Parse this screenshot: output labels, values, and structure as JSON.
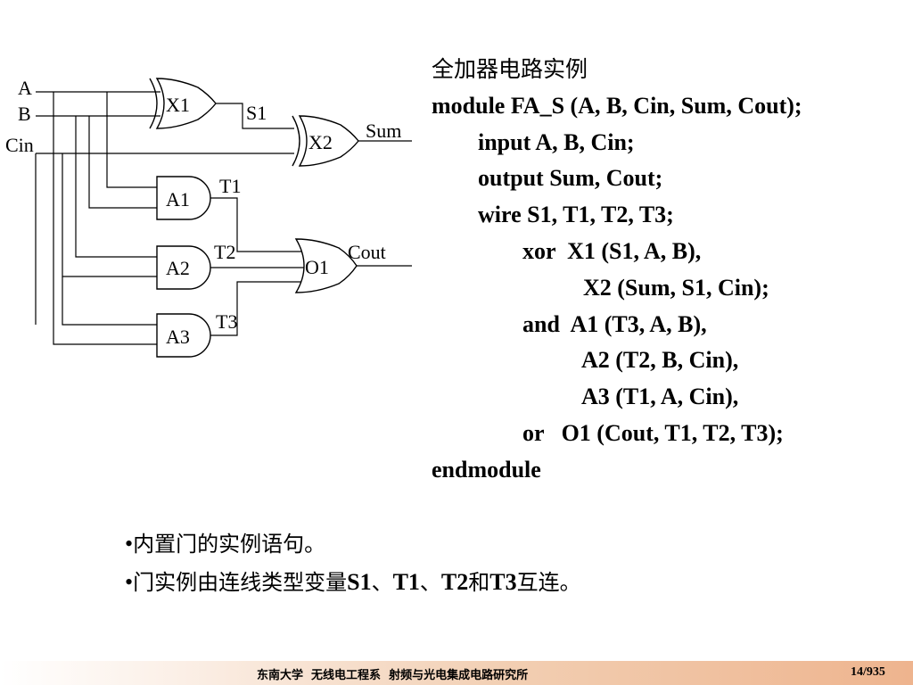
{
  "circuit": {
    "inputs": {
      "a": "A",
      "b": "B",
      "cin": "Cin"
    },
    "gates": {
      "x1": "X1",
      "x2": "X2",
      "a1": "A1",
      "a2": "A2",
      "a3": "A3",
      "o1": "O1"
    },
    "nets": {
      "s1": "S1",
      "t1": "T1",
      "t2": "T2",
      "t3": "T3",
      "sum": "Sum",
      "cout": "Cout"
    }
  },
  "code": {
    "title": "全加器电路实例",
    "lines": [
      "module FA_S (A, B, Cin, Sum, Cout);",
      "input A, B, Cin;",
      "output Sum, Cout;",
      "wire S1, T1, T2, T3;",
      "xor  X1 (S1, A, B),",
      "X2 (Sum, S1, Cin);",
      "and  A1 (T3, A, B),",
      "A2 (T2, B, Cin),",
      "A3 (T1, A, Cin),",
      "or   O1 (Cout, T1, T2, T3);",
      "endmodule"
    ]
  },
  "notes": {
    "bullet": "•",
    "note1": "内置门的实例语句。",
    "note2_a": "门实例由连线类型变量",
    "note2_s1": "S1",
    "note2_sep1": "、",
    "note2_t1": "T1",
    "note2_sep2": "、",
    "note2_t2": "T2",
    "note2_and": "和",
    "note2_t3": "T3",
    "note2_end": "互连。"
  },
  "footer": {
    "text": "东南大学  无线电工程系  射频与光电集成电路研究所",
    "page": "14/935"
  }
}
